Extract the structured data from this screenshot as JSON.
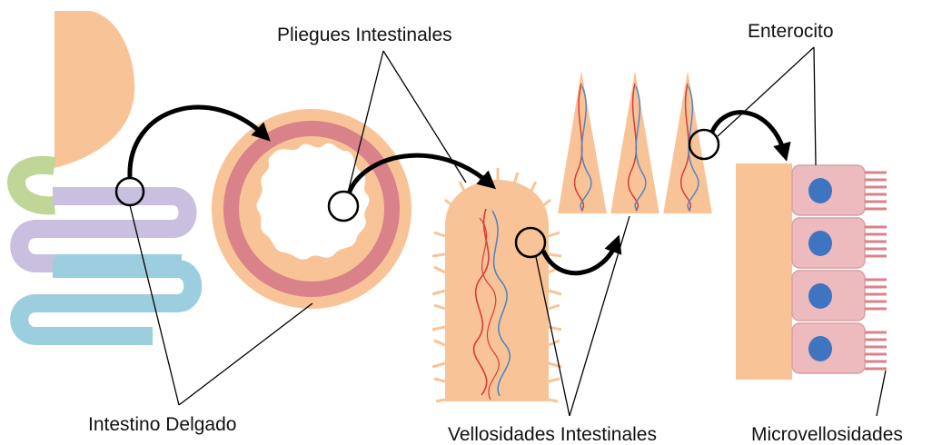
{
  "labels": {
    "pliegues": "Pliegues Intestinales",
    "enterocito": "Enterocito",
    "intestino": "Intestino Delgado",
    "vellosidades": "Vellosidades Intestinales",
    "microvellosidades": "Microvellosidades"
  },
  "colors": {
    "stomach": "#F8C497",
    "duodenum": "#BFD696",
    "jejunum": "#C9BFDE",
    "ileum": "#9BCFDF",
    "tissue": "#F8C497",
    "wall": "#D9828A",
    "cell": "#EDBBBE",
    "nucleus": "#3F74C0",
    "vessel_red": "#D83A3A",
    "vessel_blue": "#4F86C6"
  },
  "icons": [
    "magnifier-circle-icon",
    "curved-arrow-icon"
  ]
}
